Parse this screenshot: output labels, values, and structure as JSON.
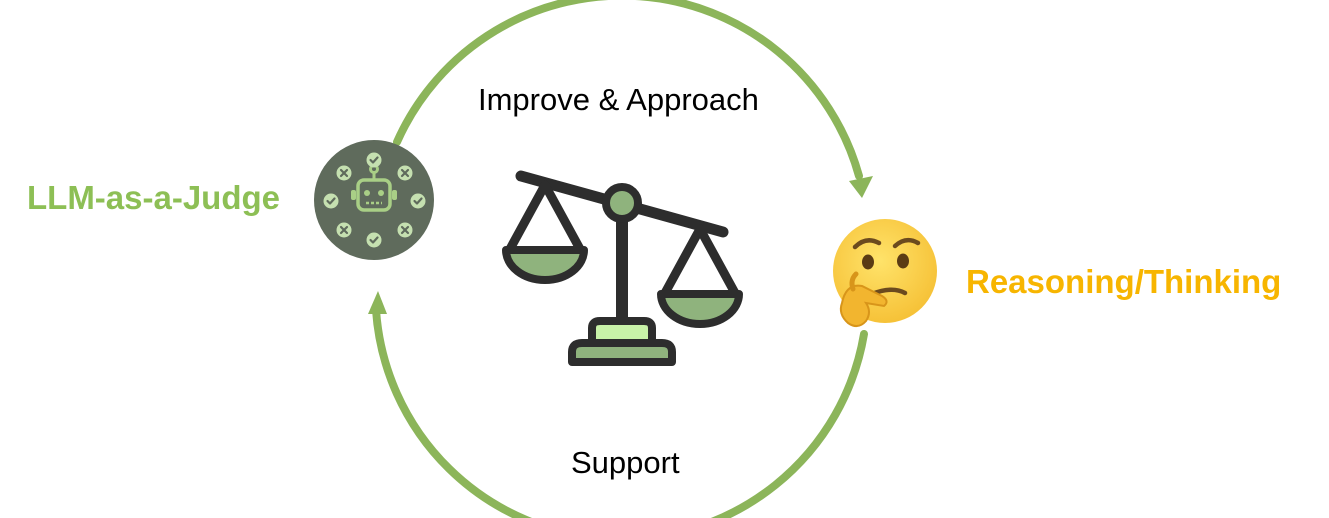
{
  "diagram": {
    "top_label": "Improve & Approach",
    "bottom_label": "Support",
    "left_node": {
      "label": "LLM-as-a-Judge",
      "icon": "robot-judge-icon"
    },
    "right_node": {
      "label": "Reasoning/Thinking",
      "icon": "thinking-face-icon"
    },
    "center_icon": "balance-scale-icon"
  },
  "colors": {
    "arrow": "#8cb55a",
    "left_label": "#8dbf55",
    "right_label": "#f7b500",
    "judge_disc": "#5f6b5c",
    "scale_pan": "#8fb37d",
    "scale_base_top": "#c8f2a8",
    "scale_outline": "#2d2d2d",
    "face": "#f9d34c"
  }
}
